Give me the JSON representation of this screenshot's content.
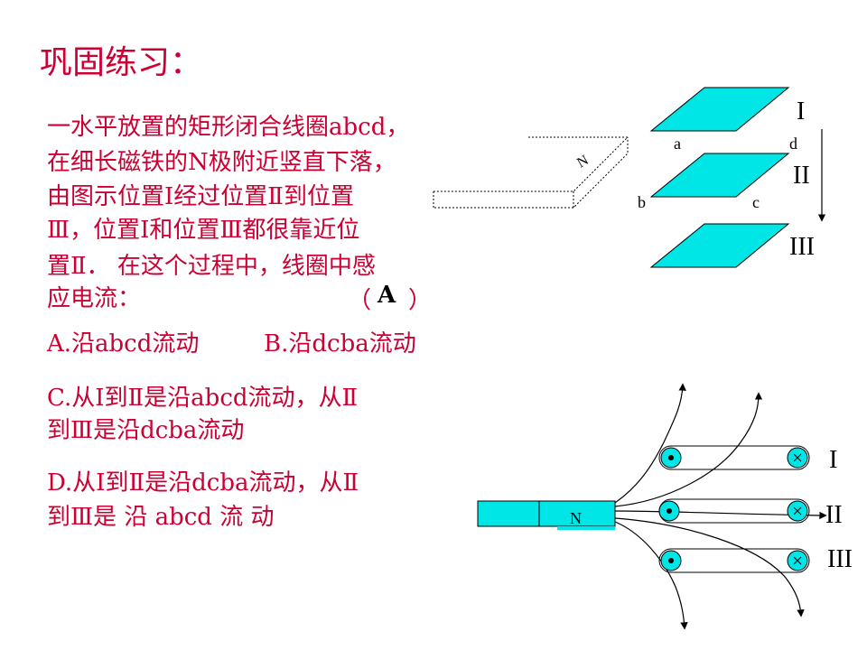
{
  "title": "巩固练习：",
  "question": {
    "lines": [
      "一水平放置的矩形闭合线圈abcd，",
      "在细长磁铁的N极附近竖直下落，",
      "由图示位置Ⅰ经过位置Ⅱ到位置",
      "Ⅲ，位置Ⅰ和位置Ⅲ都很靠近位",
      "置Ⅱ． 在这个过程中，线圈中感",
      "应电流："
    ],
    "answer_open": "（",
    "answer": "A",
    "answer_close": "）"
  },
  "options": {
    "A": "A.沿abcd流动",
    "B": "B.沿dcba流动",
    "C_line1": "C.从Ⅰ到Ⅱ是沿abcd流动，从Ⅱ",
    "C_line2": "到Ⅲ是沿dcba流动",
    "D_line1": "D.从Ⅰ到Ⅱ是沿dcba流动，从Ⅱ",
    "D_line2": "到Ⅲ是 沿 abcd 流 动"
  },
  "diagram_top": {
    "magnet_label": "N",
    "corner_labels": {
      "a": "a",
      "b": "b",
      "c": "c",
      "d": "d"
    },
    "position_labels": [
      "I",
      "II",
      "III"
    ]
  },
  "diagram_bottom": {
    "magnet_label": "N",
    "position_labels": [
      "I",
      "II",
      "III"
    ]
  },
  "colors": {
    "text": "#cc0033",
    "answer": "#000000",
    "coil_fill": "#00e5e5",
    "line": "#000000"
  }
}
